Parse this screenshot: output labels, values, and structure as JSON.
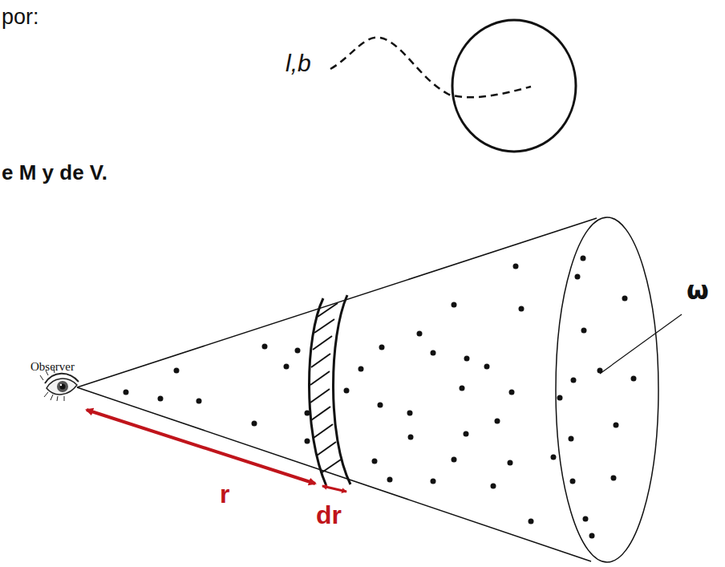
{
  "diagram": {
    "labels": [
      "por:",
      "l,b",
      "e M y de V.",
      "Observer",
      "r",
      "dr",
      "ω"
    ]
  }
}
